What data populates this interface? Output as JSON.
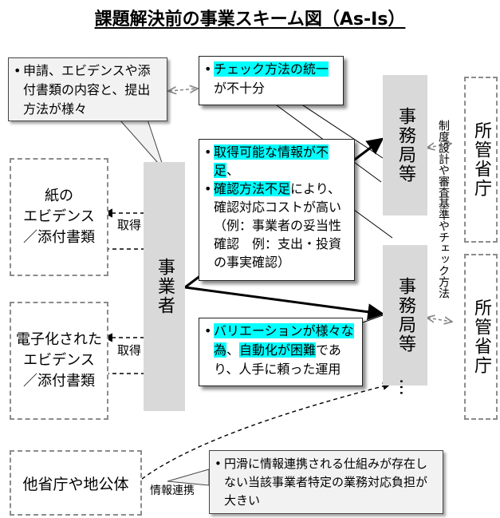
{
  "title": "課題解決前の事業スキーム図（As-Is）",
  "callout_top": "申請、エビデンスや添付書類の内容と、提出方法が様々",
  "evidence_paper": [
    "紙の",
    "エビデンス",
    "／添付書類"
  ],
  "evidence_digital": [
    "電子化された",
    "エビデンス",
    "／添付書類"
  ],
  "acquire_label": "取得",
  "business_operator": "事業者",
  "secretariat": "事務局等",
  "secretariat_more": "…",
  "ministry": "所管省庁",
  "ministry_side_text": "制度設計や審査基準やチェック方法",
  "other_agencies": "他省庁や地公体",
  "info_link_label": "情報連携",
  "note_check": {
    "hl": "チェック方法の統一",
    "rest": "が不十分"
  },
  "note_info": {
    "item1_hl": "取得可能な情報が不足",
    "item1_rest": "、",
    "item2_hl": "確認方法不足",
    "item2_rest": "により、確認対応コストが高い（例：事業者の妥当性確認　例：支出・投資の事実確認）"
  },
  "note_variation": {
    "hl1": "バリエーションが様々な為",
    "mid": "、",
    "hl2": "自動化が困難",
    "rest": "であり、人手に頼った運用"
  },
  "callout_bottom": "円滑に情報連携される仕組みが存在しない当該事業者特定の業務対応負担が大きい"
}
